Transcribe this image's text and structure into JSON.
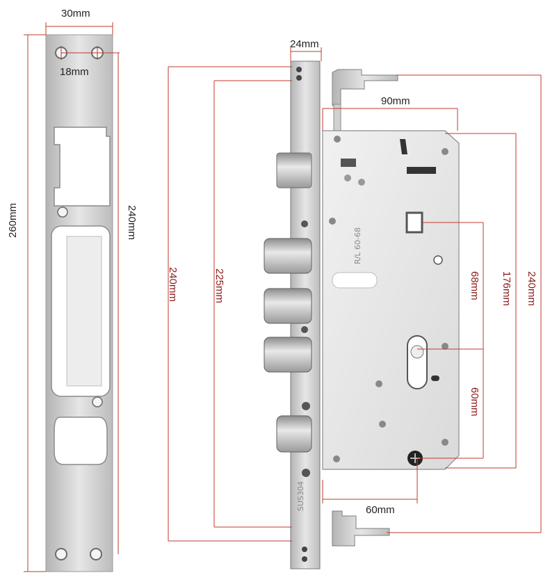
{
  "strike_plate": {
    "width_label": "30mm",
    "hole_spacing_label": "18mm",
    "height_label": "260mm",
    "hole_span_label": "240mm"
  },
  "lock_body": {
    "faceplate_width_label": "24mm",
    "body_width_label": "90mm",
    "faceplate_height_label": "240mm",
    "faceplate_hole_span_label": "225mm",
    "spindle_to_cylinder_label": "68mm",
    "body_height_label": "176mm",
    "overall_height_label": "240mm",
    "cylinder_to_lower_label": "60mm",
    "backset_label": "60mm",
    "model_stamp": "R/L 60-68",
    "material_stamp": "SUS304"
  },
  "colors": {
    "steel": "#c9c9c9",
    "dimension_line": "#c0392b",
    "dimension_text": "#8b1a1a"
  }
}
